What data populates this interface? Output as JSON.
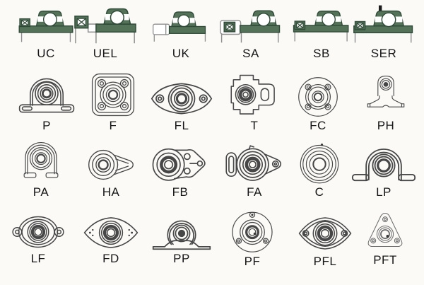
{
  "diagram": {
    "description_rows": 4,
    "colors": {
      "insert_fill_green": "#547258",
      "insert_outline_green": "#2f4a38",
      "line_art_gray": "#474747",
      "label_text": "#161616",
      "background": "#fbfaf7"
    }
  },
  "rows": [
    {
      "name": "bearing-insert-series",
      "items": [
        {
          "label": "UC"
        },
        {
          "label": "UEL"
        },
        {
          "label": "UK"
        },
        {
          "label": "SA"
        },
        {
          "label": "SB"
        },
        {
          "label": "SER"
        }
      ]
    },
    {
      "name": "housing-series-1",
      "items": [
        {
          "label": "P"
        },
        {
          "label": "F"
        },
        {
          "label": "FL"
        },
        {
          "label": "T"
        },
        {
          "label": "FC"
        },
        {
          "label": "PH"
        }
      ]
    },
    {
      "name": "housing-series-2",
      "items": [
        {
          "label": "PA"
        },
        {
          "label": "HA"
        },
        {
          "label": "FB"
        },
        {
          "label": "FA"
        },
        {
          "label": "C"
        },
        {
          "label": "LP"
        }
      ]
    },
    {
      "name": "housing-series-3",
      "items": [
        {
          "label": "LF"
        },
        {
          "label": "FD"
        },
        {
          "label": "PP"
        },
        {
          "label": "PF"
        },
        {
          "label": "PFL"
        },
        {
          "label": "PFT"
        }
      ]
    }
  ]
}
